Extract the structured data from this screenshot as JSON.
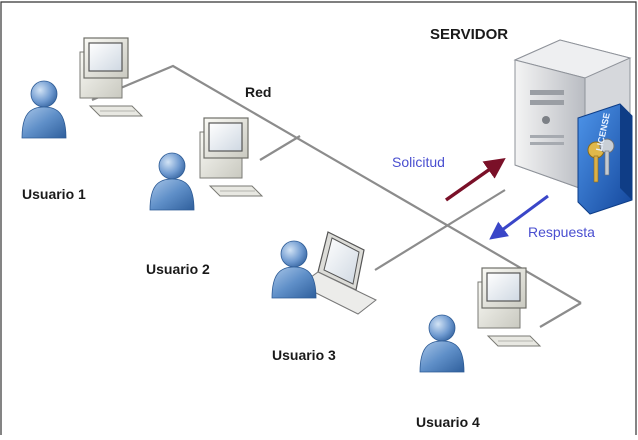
{
  "diagram": {
    "server_label": "SERVIDOR",
    "network_label": "Red",
    "request_label": "Solicitud",
    "response_label": "Respuesta",
    "license_text": "LICENSE",
    "users": [
      {
        "label": "Usuario 1"
      },
      {
        "label": "Usuario 2"
      },
      {
        "label": "Usuario 3"
      },
      {
        "label": "Usuario 4"
      }
    ],
    "colors": {
      "request_arrow": "#7a1028",
      "response_arrow": "#3a46c8",
      "network_line": "#8c8c8c",
      "person": "#5b87bf",
      "license_box": "#1f66c9"
    }
  }
}
